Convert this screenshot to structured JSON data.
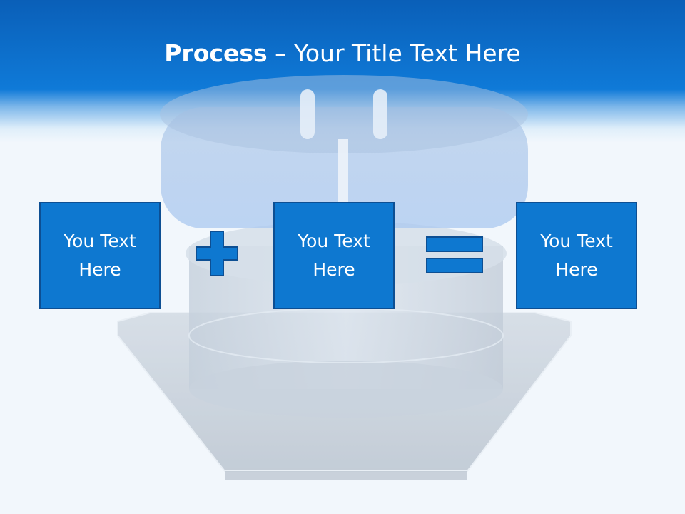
{
  "slide": {
    "title_bold": "Process",
    "title_rest": " – Your Title Text Here"
  },
  "boxes": [
    {
      "text": "You Text Here"
    },
    {
      "text": "You Text Here"
    },
    {
      "text": "You Text Here"
    }
  ],
  "operators": [
    "plus-icon",
    "equals-icon"
  ],
  "colors": {
    "header_top": "#0a5fb8",
    "header_bottom": "#0f7ad8",
    "box_fill": "#0e78d0",
    "box_border": "#0d4f93",
    "background": "#f2f7fc"
  }
}
